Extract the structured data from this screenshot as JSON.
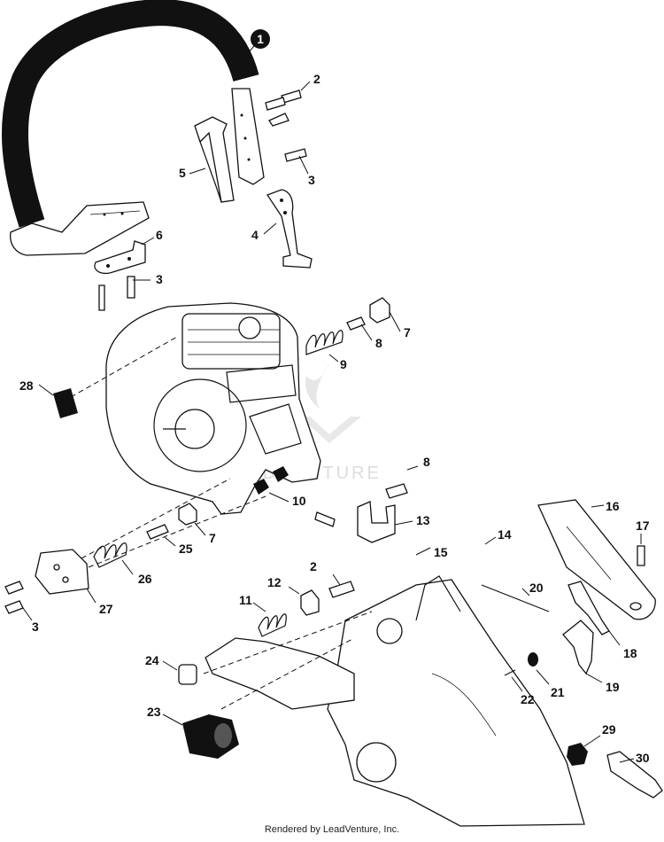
{
  "diagram": {
    "callouts": [
      "1",
      "2",
      "3",
      "4",
      "5",
      "6",
      "3",
      "8",
      "7",
      "9",
      "28",
      "8",
      "10",
      "13",
      "7",
      "25",
      "26",
      "27",
      "3",
      "14",
      "15",
      "16",
      "17",
      "2",
      "12",
      "11",
      "20",
      "18",
      "24",
      "19",
      "21",
      "22",
      "23",
      "29",
      "30"
    ],
    "watermark": "LEADVENTURE"
  },
  "footer": {
    "text": "Rendered by LeadVenture, Inc."
  }
}
